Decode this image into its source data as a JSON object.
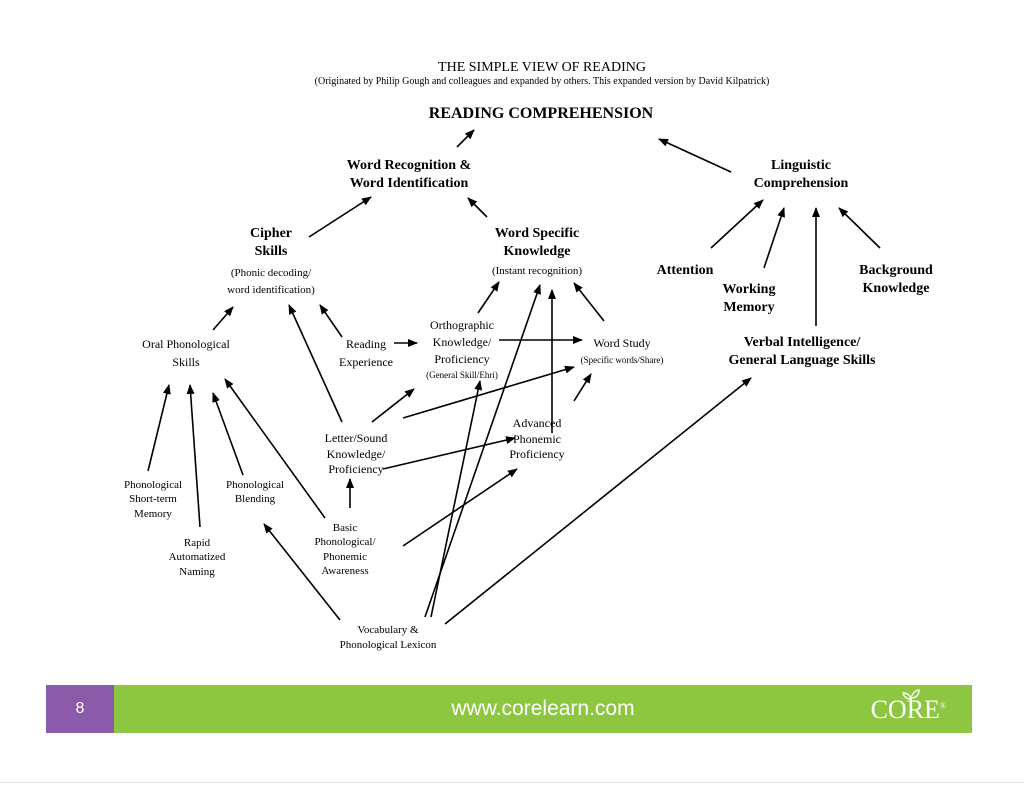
{
  "header": {
    "title": "THE SIMPLE VIEW OF READING",
    "subtitle": "(Originated by Philip Gough and colleagues and expanded by others. This expanded version by David Kilpatrick)"
  },
  "nodes": {
    "reading_comprehension": "READING COMPREHENSION",
    "word_recognition": [
      "Word Recognition &",
      "Word Identification"
    ],
    "linguistic_comprehension": [
      "Linguistic",
      "Comprehension"
    ],
    "cipher_skills": [
      "Cipher",
      "Skills"
    ],
    "cipher_skills_note": [
      "(Phonic decoding/",
      "word identification)"
    ],
    "word_specific": [
      "Word Specific",
      "Knowledge"
    ],
    "word_specific_note": "(Instant recognition)",
    "attention": "Attention",
    "working_memory": [
      "Working",
      "Memory"
    ],
    "background_knowledge": [
      "Background",
      "Knowledge"
    ],
    "oral_phonological": [
      "Oral Phonological",
      "Skills"
    ],
    "reading_experience": [
      "Reading",
      "Experience"
    ],
    "orthographic": [
      "Orthographic",
      "Knowledge/",
      "Proficiency"
    ],
    "orthographic_note": "(General Skill/Ehri)",
    "word_study": "Word Study",
    "word_study_note": "(Specific words/Share)",
    "verbal_intelligence": [
      "Verbal Intelligence/",
      "General Language Skills"
    ],
    "letter_sound": [
      "Letter/Sound",
      "Knowledge/",
      "Proficiency"
    ],
    "advanced_phonemic": [
      "Advanced",
      "Phonemic",
      "Proficiency"
    ],
    "phonological_stm": [
      "Phonological",
      "Short-term",
      "Memory"
    ],
    "phonological_blending": [
      "Phonological",
      "Blending"
    ],
    "rapid_naming": [
      "Rapid",
      "Automatized",
      "Naming"
    ],
    "basic_phonological": [
      "Basic",
      "Phonological/",
      "Phonemic",
      "Awareness"
    ],
    "vocabulary": [
      "Vocabulary &",
      "Phonological Lexicon"
    ]
  },
  "footer": {
    "page_number": "8",
    "website": "www.corelearn.com",
    "logo_text": "CORE",
    "logo_mark": "®"
  },
  "colors": {
    "footer_bar": "#8dc641",
    "page_box": "#8b5aa8",
    "footer_text": "#ffffff"
  }
}
